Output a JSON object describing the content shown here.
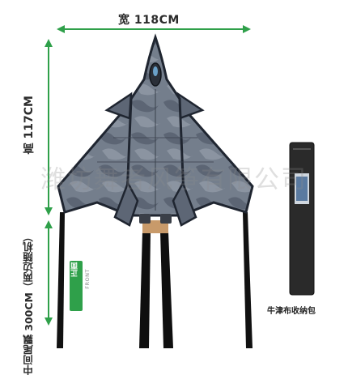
{
  "dimensions": {
    "width_label": "宽 118CM",
    "height_label": "高 117CM",
    "tail_label": "中间尾飘 300CM（两边随机）"
  },
  "front": {
    "label": "正面",
    "label_en": "FRONT"
  },
  "bag": {
    "label": "牛津布收纳包"
  },
  "watermark": "潍坊舞者风筝有限公司",
  "colors": {
    "dimension_arrow": "#2fa04a",
    "front_badge": "#2fa04a",
    "kite_body": "#6e7886",
    "kite_dark": "#4a5260",
    "bag": "#2a2a2a"
  }
}
